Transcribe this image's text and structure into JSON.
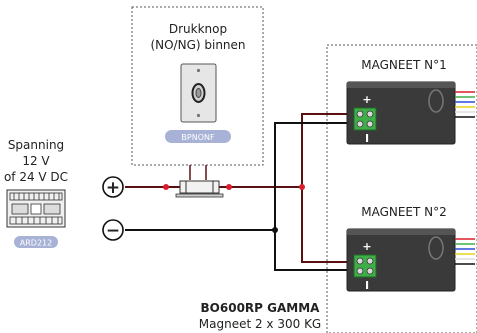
{
  "pushbutton": {
    "title_line1": "Drukknop",
    "title_line2": "(NO/NG) binnen",
    "tag": "BPNONF"
  },
  "power_supply": {
    "label_line1": "Spanning",
    "label_line2": "12 V",
    "label_line3": "of 24 V DC",
    "tag": "ARD212",
    "plus_symbol": "+",
    "minus_symbol": "−"
  },
  "magnet1": {
    "label": "MAGNEET N°1",
    "plus": "+",
    "minus": "I"
  },
  "magnet2": {
    "label": "MAGNEET N°2",
    "plus": "+",
    "minus": "I"
  },
  "product": {
    "model": "BO600RP GAMMA",
    "description": "Magneet 2 x 300 KG"
  },
  "colors": {
    "positive_wire": "#5a1010",
    "negative_wire": "#111111",
    "junction": "#d81e2a",
    "magnet_body": "#3a3a3a",
    "terminal": "#3fae49",
    "tag_bg": "#a7b2d6"
  }
}
